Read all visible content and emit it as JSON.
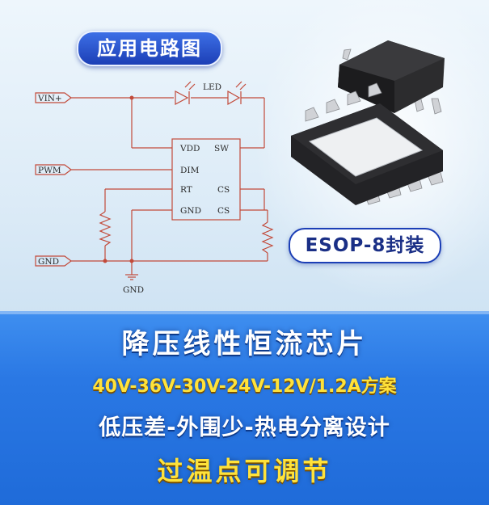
{
  "header": {
    "title": "应用电路图"
  },
  "schematic": {
    "pins": {
      "vin": "VIN+",
      "pwm": "PWM",
      "gnd": "GND"
    },
    "led_label": "LED",
    "ground_label": "GND",
    "chip_pins": {
      "vdd": "VDD",
      "sw": "SW",
      "dim": "DIM",
      "rt": "RT",
      "cs1": "CS",
      "gnd": "GND",
      "cs2": "CS"
    }
  },
  "package": {
    "label": "ESOP-8封装"
  },
  "banner": {
    "title": "降压线性恒流芯片",
    "voltages": "40V-36V-30V-24V-12V/1.2A方案",
    "features": "低压差-外围少-热电分离设计",
    "extra": "过温点可调节"
  },
  "colors": {
    "wire": "#c24a3a",
    "banner_blue": "#2a78e4",
    "pill_blue": "#1c3fb6",
    "highlight_yellow": "#ffe23a"
  }
}
